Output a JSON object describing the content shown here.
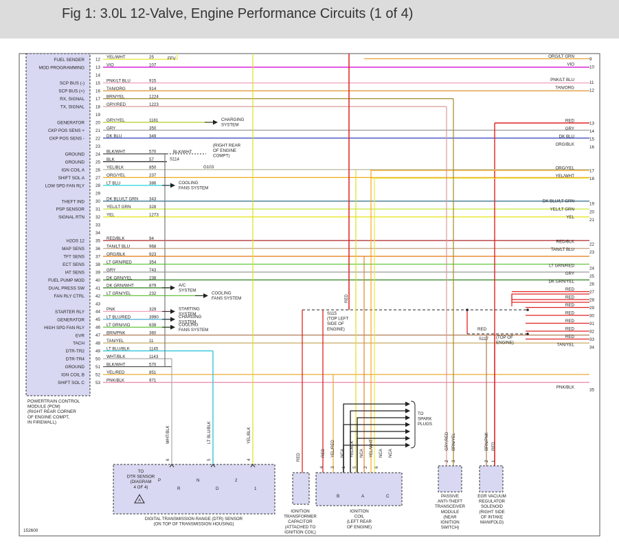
{
  "header": {
    "title": "Fig 1: 3.0L 12-Valve, Engine Performance Circuits (1 of 4)"
  },
  "colors": {
    "header_bg": "#dcdcdc",
    "module_fill": "#d8d8f2",
    "module_stroke": "#333333"
  },
  "pcm": {
    "labels": [
      "FUEL SENDER",
      "MOD PROGRAMMING",
      "",
      "SCP BUS (-)",
      "SCP BUS (+)",
      "RX, SIGNAL",
      "TX, SIGNAL",
      "",
      "GENERATOR",
      "CKP POS SENS +",
      "CKP POS SENS -",
      "",
      "GROUND",
      "GROUND",
      "IGN COIL A",
      "SHIFT SOL A",
      "LOW SPD FAN RLY",
      "",
      "THEFT IND",
      "PSP SENSOR",
      "SIGNAL RTN",
      "",
      "",
      "H2OS 12",
      "MAP SENS",
      "TFT SENS",
      "ECT SENS",
      "IAT SENS",
      "FUEL PUMP MOD",
      "DUAL PRESS SW",
      "FAN RLY CTRL",
      "",
      "STARTER RLY",
      "GENERATOR",
      "HIGH SPD FAN RLY",
      "EVR",
      "TACH",
      "DTR-TR2",
      "DTR-TR4",
      "GROUND",
      "IGN COIL B",
      "SHIFT SOL C"
    ],
    "caption": [
      "POWERTRAIN CONTROL",
      "MODULE (PCM)",
      "(RIGHT REAR CORNER",
      "OF ENGINE COMPT,",
      "IN FIREWALL)"
    ]
  },
  "pins": [
    {
      "n": "12",
      "c": "YEL/WHT",
      "k": "25"
    },
    {
      "n": "13",
      "c": "VIO",
      "k": "107"
    },
    {
      "n": "14",
      "c": "",
      "k": ""
    },
    {
      "n": "15",
      "c": "PNK/LT BLU",
      "k": "915"
    },
    {
      "n": "16",
      "c": "TAN/ORG",
      "k": "914"
    },
    {
      "n": "17",
      "c": "BRN/YEL",
      "k": "1224"
    },
    {
      "n": "18",
      "c": "GRY/RED",
      "k": "1223"
    },
    {
      "n": "19",
      "c": "",
      "k": ""
    },
    {
      "n": "20",
      "c": "GRY/YEL",
      "k": "1181"
    },
    {
      "n": "21",
      "c": "GRY",
      "k": "350"
    },
    {
      "n": "22",
      "c": "DK BLU",
      "k": "349"
    },
    {
      "n": "23",
      "c": "",
      "k": ""
    },
    {
      "n": "24",
      "c": "BLK/WHT",
      "k": "570"
    },
    {
      "n": "25",
      "c": "BLK",
      "k": "57"
    },
    {
      "n": "26",
      "c": "YEL/BLK",
      "k": "850"
    },
    {
      "n": "27",
      "c": "ORG/YEL",
      "k": "237"
    },
    {
      "n": "28",
      "c": "LT BLU",
      "k": "386"
    },
    {
      "n": "29",
      "c": "",
      "k": ""
    },
    {
      "n": "30",
      "c": "DK BLU/LT GRN",
      "k": "343"
    },
    {
      "n": "31",
      "c": "YEL/LT GRN",
      "k": "328"
    },
    {
      "n": "32",
      "c": "YEL",
      "k": "1273"
    },
    {
      "n": "33",
      "c": "",
      "k": ""
    },
    {
      "n": "34",
      "c": "",
      "k": ""
    },
    {
      "n": "35",
      "c": "RED/BLK",
      "k": "94"
    },
    {
      "n": "36",
      "c": "TAN/LT BLU",
      "k": "968"
    },
    {
      "n": "37",
      "c": "ORG/BLK",
      "k": "923"
    },
    {
      "n": "38",
      "c": "LT GRN/RED",
      "k": "354"
    },
    {
      "n": "39",
      "c": "GRY",
      "k": "743"
    },
    {
      "n": "40",
      "c": "DK GRN/YEL",
      "k": "238"
    },
    {
      "n": "41",
      "c": "DK GRN/WHT",
      "k": "879"
    },
    {
      "n": "42",
      "c": "LT GRN/YEL",
      "k": "232"
    },
    {
      "n": "43",
      "c": "",
      "k": ""
    },
    {
      "n": "44",
      "c": "PNK",
      "k": "329"
    },
    {
      "n": "45",
      "c": "LT BLU/RED",
      "k": "3990"
    },
    {
      "n": "46",
      "c": "LT GRN/VIO",
      "k": "639"
    },
    {
      "n": "47",
      "c": "BRN/PNK",
      "k": "360"
    },
    {
      "n": "48",
      "c": "TAN/YEL",
      "k": "11"
    },
    {
      "n": "49",
      "c": "LT BLU/BLK",
      "k": "1145"
    },
    {
      "n": "50",
      "c": "WHT/BLK",
      "k": "1143"
    },
    {
      "n": "51",
      "c": "BLK/WHT",
      "k": "570"
    },
    {
      "n": "52",
      "c": "YEL/RED",
      "k": "851"
    },
    {
      "n": "53",
      "c": "PNK/BLK",
      "k": "971"
    }
  ],
  "right_side": [
    {
      "n": "9",
      "c": "ORG/LT GRN"
    },
    {
      "n": "10",
      "c": "VIO"
    },
    {
      "n": "11",
      "c": "PNK/LT BLU"
    },
    {
      "n": "12",
      "c": "TAN/ORG"
    },
    {
      "n": "13",
      "c": "RED"
    },
    {
      "n": "14",
      "c": "GRY"
    },
    {
      "n": "15",
      "c": "DK BLU"
    },
    {
      "n": "16",
      "c": "ORG/BLK"
    },
    {
      "n": "17",
      "c": "ORG/YEL"
    },
    {
      "n": "18",
      "c": "YEL/WHT"
    },
    {
      "n": "19",
      "c": "DK BLU/LT GRN"
    },
    {
      "n": "20",
      "c": "YEL/LT GRN"
    },
    {
      "n": "21",
      "c": "YEL"
    },
    {
      "n": "22",
      "c": "RED/BLK"
    },
    {
      "n": "23",
      "c": "TAN/LT BLU"
    },
    {
      "n": "24",
      "c": "LT GRN/RED"
    },
    {
      "n": "25",
      "c": "GRY"
    },
    {
      "n": "26",
      "c": "DK GRN/YEL"
    },
    {
      "n": "27",
      "c": "RED"
    },
    {
      "n": "28",
      "c": "RED"
    },
    {
      "n": "29",
      "c": "RED"
    },
    {
      "n": "30",
      "c": "RED"
    },
    {
      "n": "31",
      "c": "RED"
    },
    {
      "n": "32",
      "c": "RED"
    },
    {
      "n": "33",
      "c": "RED"
    },
    {
      "n": "34",
      "c": "TAN/YEL"
    },
    {
      "n": "35",
      "c": "PNK/BLK"
    }
  ],
  "labels": {
    "ffv": "FFV",
    "yel_wht": "YEL/WHT",
    "org_lt_grn": "ORG/LT GRN",
    "charging_1": [
      "CHARGING",
      "SYSTEM"
    ],
    "charging_2": [
      "CHARGING",
      "SYSTEM"
    ],
    "cooling_1": [
      "COOLING",
      "FANS SYSTEM"
    ],
    "cooling_2": [
      "COOLING",
      "FANS SYSTEM"
    ],
    "cooling_3": [
      "COOLING",
      "FANS SYSTEM"
    ],
    "ac": [
      "A/C",
      "SYSTEM"
    ],
    "starting": [
      "STARTING",
      "SYSTEM"
    ],
    "ground_note": [
      "(RIGHT REAR",
      "OF ENGINE",
      "COMPT)"
    ],
    "blk_wht": "BLK/WHT",
    "s114": "S114",
    "g103": "G103",
    "s115": [
      "S115",
      "(TOP LEFT",
      "SIDE OF",
      "ENGINE)"
    ],
    "s117": "S117",
    "s117_note": [
      "(TOP OF",
      "ENGINE)"
    ],
    "red": "RED",
    "spark": [
      "TO",
      "SPARK",
      "PLUGS"
    ],
    "diagram_id": "152600"
  },
  "dtr": {
    "pins": [
      "6",
      "5",
      "4"
    ],
    "wires": [
      "WHT/BLK",
      "LT BLU/BLK",
      "YEL/BLK"
    ],
    "note": [
      "TO",
      "DTR SENSOR",
      "(DIAGRAM",
      "4 OF 4)"
    ],
    "warn": "A",
    "sw": [
      "P",
      "R",
      "N",
      "D",
      "2",
      "1"
    ],
    "caption": [
      "DIGITAL TRANSMISSION RANGE (DTR) SENSOR",
      "(ON TOP OF TRANSMISSION HOUSING)"
    ]
  },
  "cap": {
    "wire": "RED",
    "caption": [
      "IGNITION",
      "TRANSFORMER",
      "CAPACITOR",
      "(ATTACHED TO",
      "IGNITION COIL)"
    ]
  },
  "coil": {
    "pins": [
      "4",
      "3",
      "1",
      "5",
      "2",
      "6"
    ],
    "wires": [
      "RED",
      "YEL/RED",
      "NCA",
      "YEL/BLK",
      "NCA",
      "YEL/WHT",
      "NCA",
      "NCA"
    ],
    "letters": [
      "B",
      "A",
      "C"
    ],
    "caption": [
      "IGNITION",
      "COIL",
      "(LEFT REAR",
      "OF ENGINE)"
    ]
  },
  "pats": {
    "pins": [
      "2",
      "3"
    ],
    "wires": [
      "GRY/RED",
      "BRN/YEL"
    ],
    "caption": [
      "PASSIVE",
      "ANTI-THEFT",
      "TRANSCEIVER",
      "MODULE",
      "(NEAR",
      "IGNITION",
      "SWITCH)"
    ]
  },
  "egr": {
    "pins": [
      "2",
      "1"
    ],
    "wires": [
      "BRN/PNK",
      "RED"
    ],
    "caption": [
      "EGR VACUUM",
      "REGULATOR",
      "SOLENOID",
      "(RIGHT SIDE",
      "OF INTAKE",
      "MANIFOLD)"
    ]
  }
}
